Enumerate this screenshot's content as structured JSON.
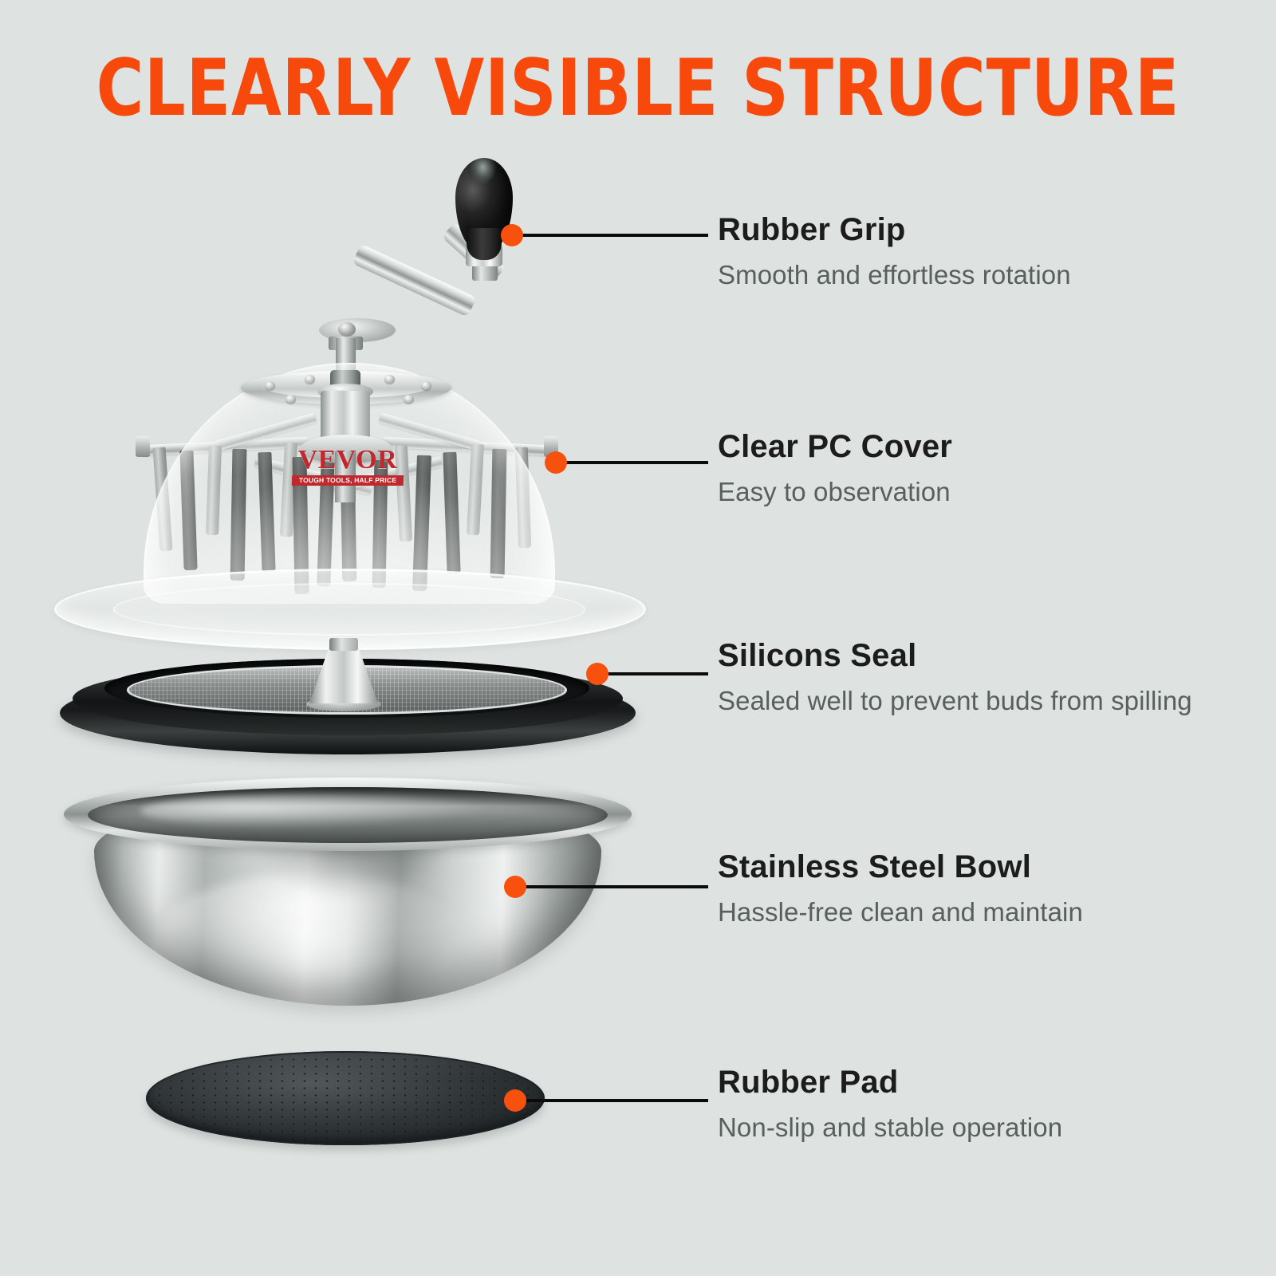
{
  "meta": {
    "background_color": "#dee3e1",
    "accent_color": "#f8500d",
    "heading_color": "#f7490b",
    "label_title_color": "#1c1c1c",
    "label_sub_color": "#57605c",
    "brand_red": "#c0282d"
  },
  "header": {
    "title": "CLEARLY VISIBLE STRUCTURE"
  },
  "brand": {
    "name": "VEVOR",
    "tagline": "TOUGH TOOLS, HALF PRICE"
  },
  "callouts": [
    {
      "id": "rubber-grip",
      "title": "Rubber Grip",
      "subtitle": "Smooth and effortless rotation"
    },
    {
      "id": "clear-pc-cover",
      "title": "Clear PC Cover",
      "subtitle": "Easy to observation"
    },
    {
      "id": "silicons-seal",
      "title": "Silicons Seal",
      "subtitle": "Sealed well to prevent buds from spilling"
    },
    {
      "id": "stainless-steel-bowl",
      "title": "Stainless Steel Bowl",
      "subtitle": "Hassle-free clean and maintain"
    },
    {
      "id": "rubber-pad",
      "title": "Rubber Pad",
      "subtitle": "Non-slip and stable operation"
    }
  ]
}
